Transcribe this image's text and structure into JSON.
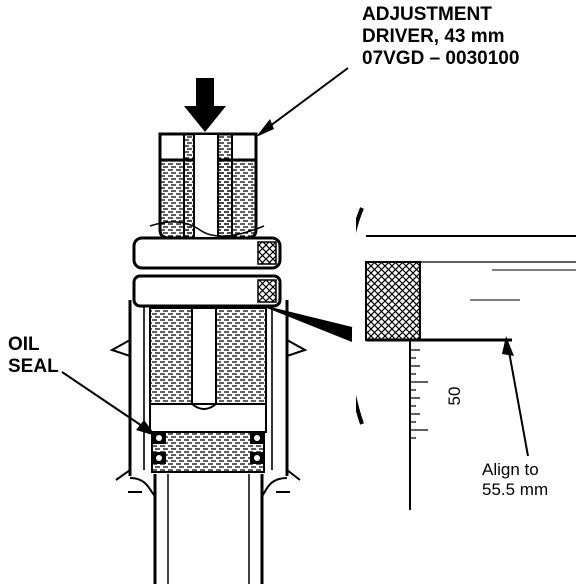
{
  "labels": {
    "tool": [
      "ADJUSTMENT",
      "DRIVER, 43 mm",
      "07VGD – 0030100"
    ],
    "oil_seal": [
      "OIL",
      "SEAL"
    ],
    "align": [
      "Align to",
      "55.5 mm"
    ],
    "scale_mark": "50"
  },
  "colors": {
    "ink": "#000000",
    "paper": "#ffffff"
  }
}
